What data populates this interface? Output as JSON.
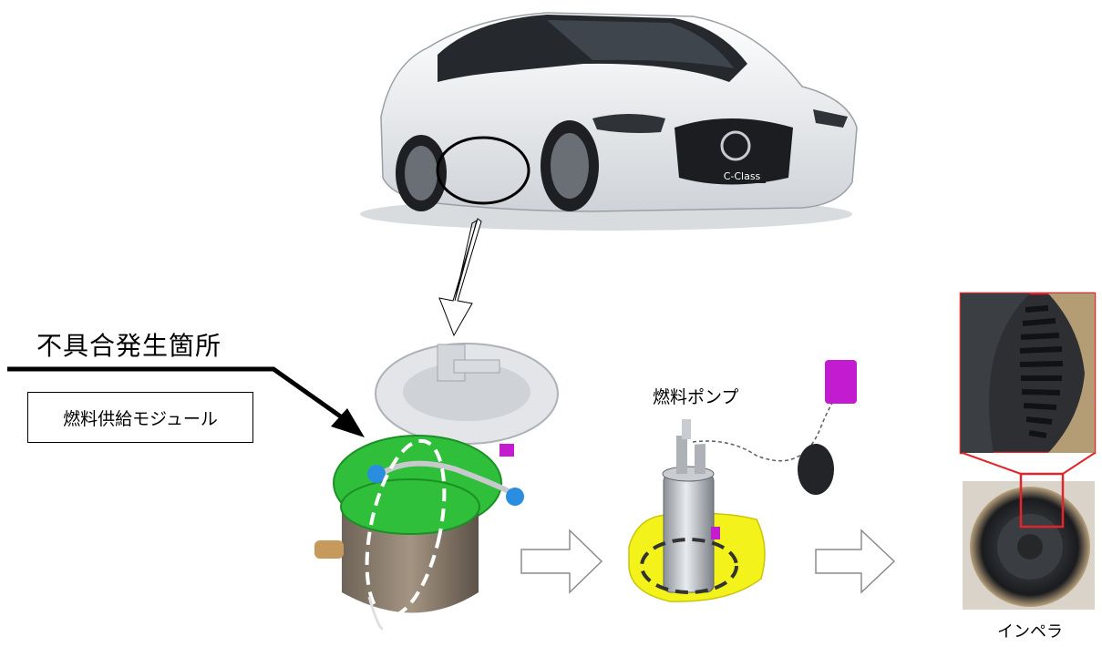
{
  "labels": {
    "fault_location": "不具合発生箇所",
    "fuel_supply_module": "燃料供給モジュール",
    "fuel_pump": "燃料ポンプ",
    "impeller": "インペラ",
    "badge": "C-Class"
  },
  "colors": {
    "module_green": "#2fbf3a",
    "module_brown": "#8b7a66",
    "pump_yellow": "#f3f21a",
    "connector_magenta": "#c21bd0",
    "highlight_red": "#e0262a",
    "car_white": "#eef0f2"
  },
  "icons": [
    "car-image",
    "hollow-down-arrow",
    "hollow-right-arrow",
    "dashed-ellipse",
    "callout-arrow"
  ]
}
